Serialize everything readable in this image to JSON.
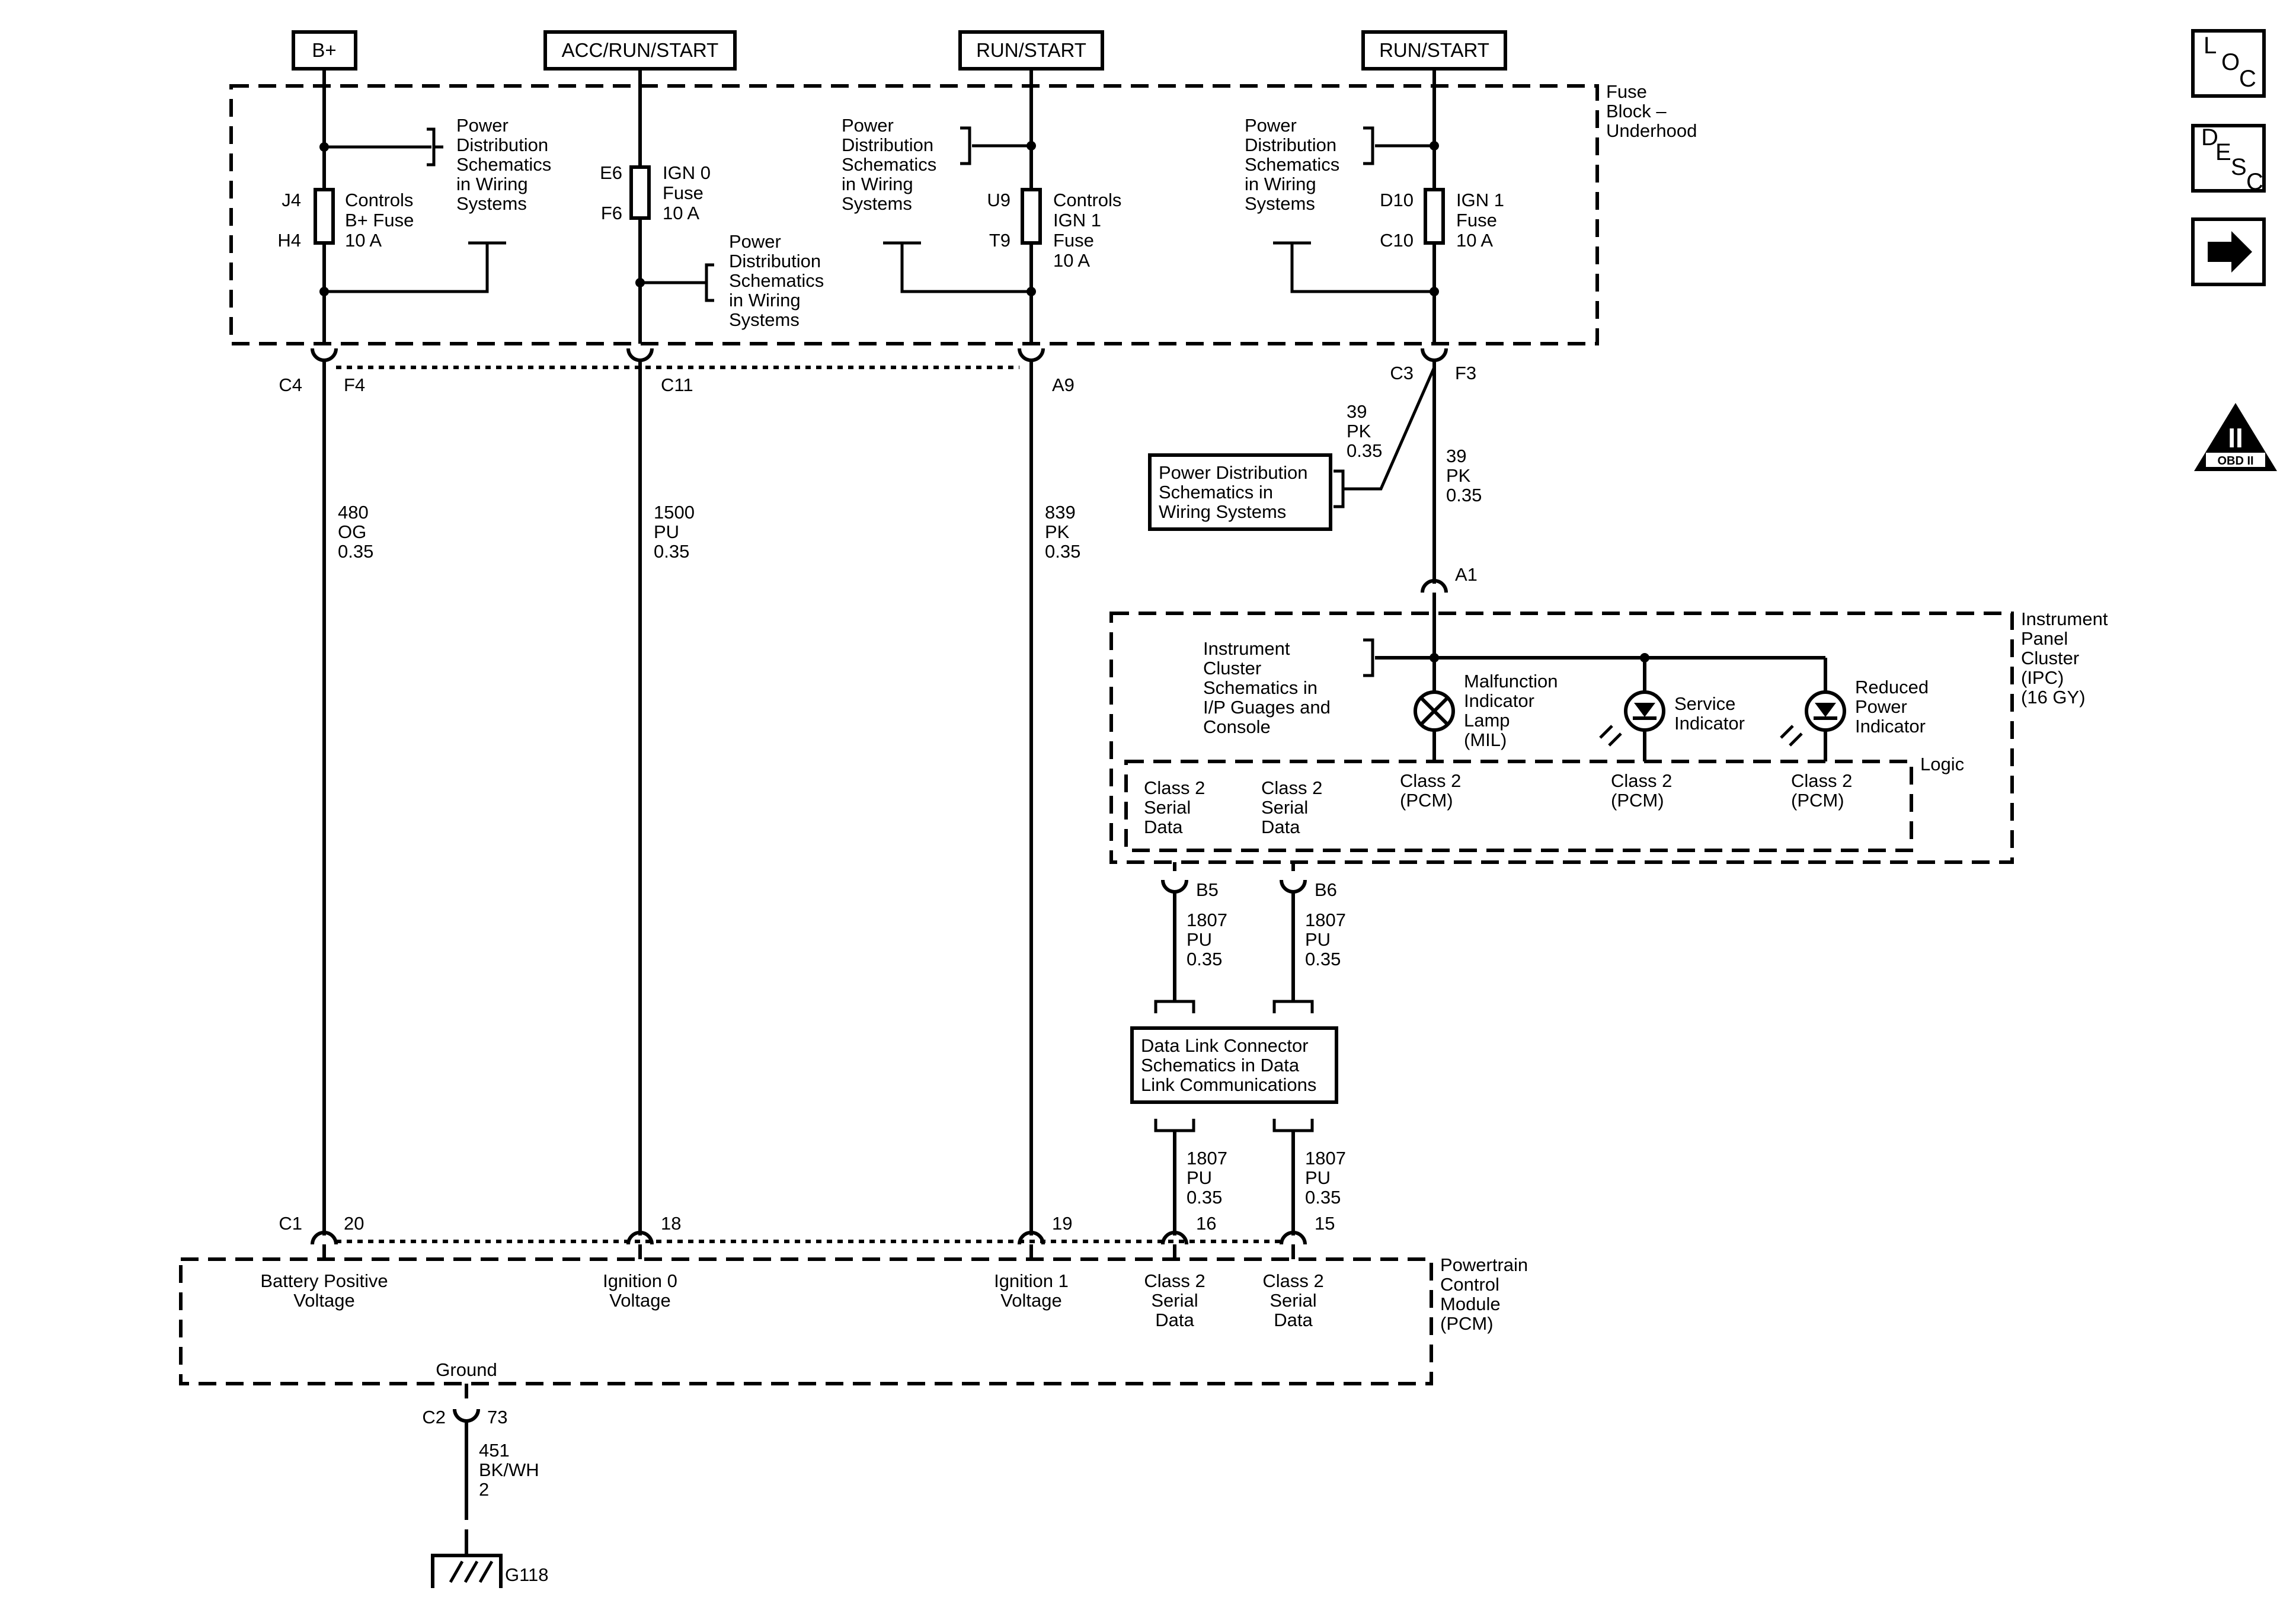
{
  "sources": {
    "bplus": "B+",
    "acc_run_start": "ACC/RUN/START",
    "run_start_1": "RUN/START",
    "run_start_2": "RUN/START"
  },
  "fuse_block": {
    "title": [
      "Fuse",
      "Block –",
      "Underhood"
    ],
    "pd_ref_1": [
      "Power",
      "Distribution",
      "Schematics",
      "in Wiring",
      "Systems"
    ],
    "pd_ref_2": [
      "Power",
      "Distribution",
      "Schematics",
      "in Wiring",
      "Systems"
    ],
    "pd_ref_3": [
      "Power",
      "Distribution",
      "Schematics",
      "in Wiring",
      "Systems"
    ],
    "pd_ref_4": [
      "Power",
      "Distribution",
      "Schematics",
      "in Wiring",
      "Systems"
    ],
    "fuse_bplus": {
      "top_pin": "J4",
      "bottom_pin": "H4",
      "label": [
        "Controls",
        "B+ Fuse",
        "10 A"
      ]
    },
    "fuse_ign0": {
      "top_pin": "E6",
      "bottom_pin": "F6",
      "label": [
        "IGN 0",
        "Fuse",
        "10 A"
      ]
    },
    "fuse_ign1_ctrl": {
      "top_pin": "U9",
      "bottom_pin": "T9",
      "label": [
        "Controls",
        "IGN 1",
        "Fuse",
        "10 A"
      ]
    },
    "fuse_ign1": {
      "top_pin": "D10",
      "bottom_pin": "C10",
      "label": [
        "IGN 1",
        "Fuse",
        "10 A"
      ]
    }
  },
  "connectors": {
    "c4": "C4",
    "f4": "F4",
    "c11": "C11",
    "a9": "A9",
    "c3": "C3",
    "f3": "F3",
    "a1": "A1",
    "b5": "B5",
    "b6": "B6",
    "c1": "C1",
    "p20": "20",
    "p18": "18",
    "p19": "19",
    "p16": "16",
    "p15": "15",
    "c2": "C2",
    "p73": "73"
  },
  "wires": {
    "w480": [
      "480",
      "OG",
      "0.35"
    ],
    "w1500": [
      "1500",
      "PU",
      "0.35"
    ],
    "w839": [
      "839",
      "PK",
      "0.35"
    ],
    "w39a": [
      "39",
      "PK",
      "0.35"
    ],
    "w39b": [
      "39",
      "PK",
      "0.35"
    ],
    "w1807_b5": [
      "1807",
      "PU",
      "0.35"
    ],
    "w1807_b6": [
      "1807",
      "PU",
      "0.35"
    ],
    "w1807_16": [
      "1807",
      "PU",
      "0.35"
    ],
    "w1807_15": [
      "1807",
      "PU",
      "0.35"
    ],
    "w451": [
      "451",
      "BK/WH",
      "2"
    ]
  },
  "pd_box": [
    "Power Distribution",
    "Schematics in",
    "Wiring Systems"
  ],
  "ipc": {
    "title": [
      "Instrument",
      "Panel",
      "Cluster",
      "(IPC)",
      "(16 GY)"
    ],
    "cluster_ref": [
      "Instrument",
      "Cluster",
      "Schematics in",
      "I/P Guages and",
      "Console"
    ],
    "mil": [
      "Malfunction",
      "Indicator",
      "Lamp",
      "(MIL)"
    ],
    "service": [
      "Service",
      "Indicator"
    ],
    "reduced": [
      "Reduced",
      "Power",
      "Indicator"
    ],
    "logic": "Logic",
    "serial_1": [
      "Class 2",
      "Serial",
      "Data"
    ],
    "serial_2": [
      "Class 2",
      "Serial",
      "Data"
    ],
    "pcm_1": [
      "Class 2",
      "(PCM)"
    ],
    "pcm_2": [
      "Class 2",
      "(PCM)"
    ],
    "pcm_3": [
      "Class 2",
      "(PCM)"
    ]
  },
  "dlc_box": [
    "Data Link Connector",
    "Schematics in Data",
    "Link Communications"
  ],
  "pcm": {
    "title": [
      "Powertrain",
      "Control",
      "Module",
      "(PCM)"
    ],
    "battery": [
      "Battery Positive",
      "Voltage"
    ],
    "ign0": [
      "Ignition 0",
      "Voltage"
    ],
    "ign1": [
      "Ignition 1",
      "Voltage"
    ],
    "serial_16": [
      "Class 2",
      "Serial",
      "Data"
    ],
    "serial_15": [
      "Class 2",
      "Serial",
      "Data"
    ],
    "ground": "Ground"
  },
  "ground_id": "G118",
  "nav": {
    "loc": [
      "L",
      "O",
      "C"
    ],
    "desc": [
      "D",
      "E",
      "S",
      "C"
    ],
    "obd": [
      "II",
      "OBD II"
    ]
  }
}
